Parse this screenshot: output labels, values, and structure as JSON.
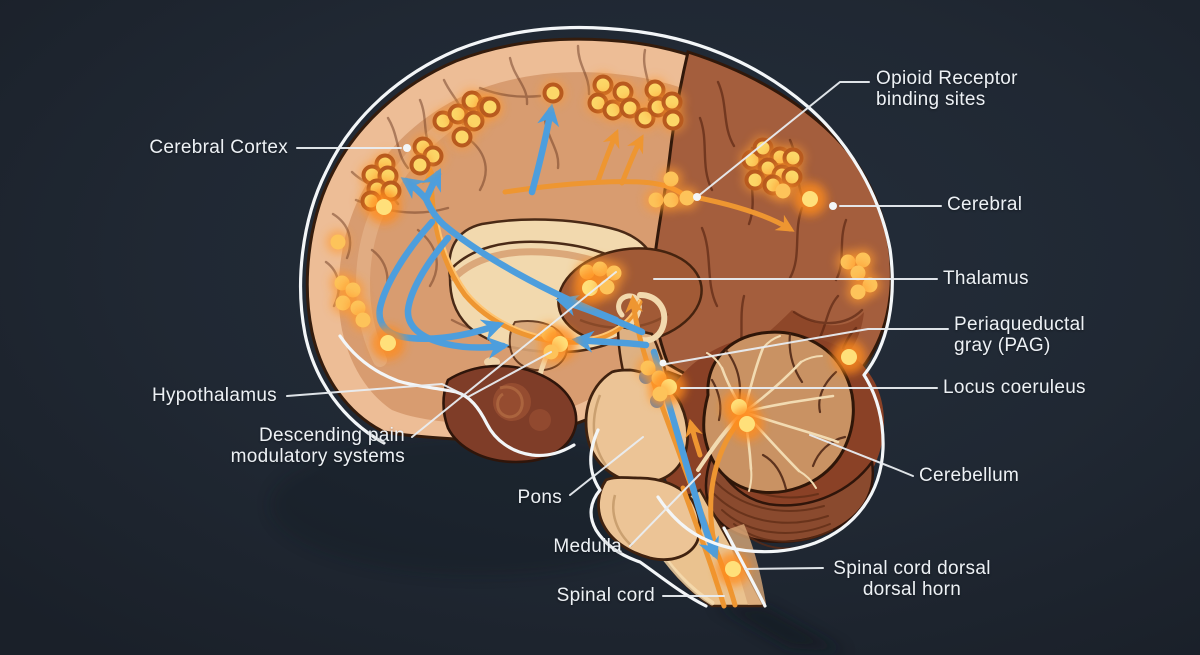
{
  "labels": {
    "cerebral_cortex": "Cerebral Cortex",
    "hypothalamus": "Hypothalamus",
    "descending_pain": {
      "line1": "Descending pain",
      "line2": "modulatory systems"
    },
    "pons": "Pons",
    "medulla": "Medulla",
    "spinal_cord": "Spinal cord",
    "opioid_receptor": {
      "line1": "Opioid Receptor",
      "line2": "binding sites"
    },
    "cerebral": "Cerebral",
    "thalamus": "Thalamus",
    "pag": {
      "line1": "Periaqueductal",
      "line2": "gray (PAG)"
    },
    "locus_coeruleus": "Locus coeruleus",
    "cerebellum": "Cerebellum",
    "spinal_dorsal": {
      "line1": "Spinal cord dorsal",
      "line2": "dorsal horn"
    }
  },
  "colors": {
    "background": "#202833",
    "label_text": "#edf1f5",
    "leader_line": "#e9edf1",
    "pathway_blue": "#4d9edd",
    "pathway_orange": "#ee9631",
    "receptor_dot": "#fcd768",
    "receptor_dot_ring": "#b85a1e",
    "dot_glow": "#ff9a2e",
    "brain_outline": "#f3f6f8"
  }
}
